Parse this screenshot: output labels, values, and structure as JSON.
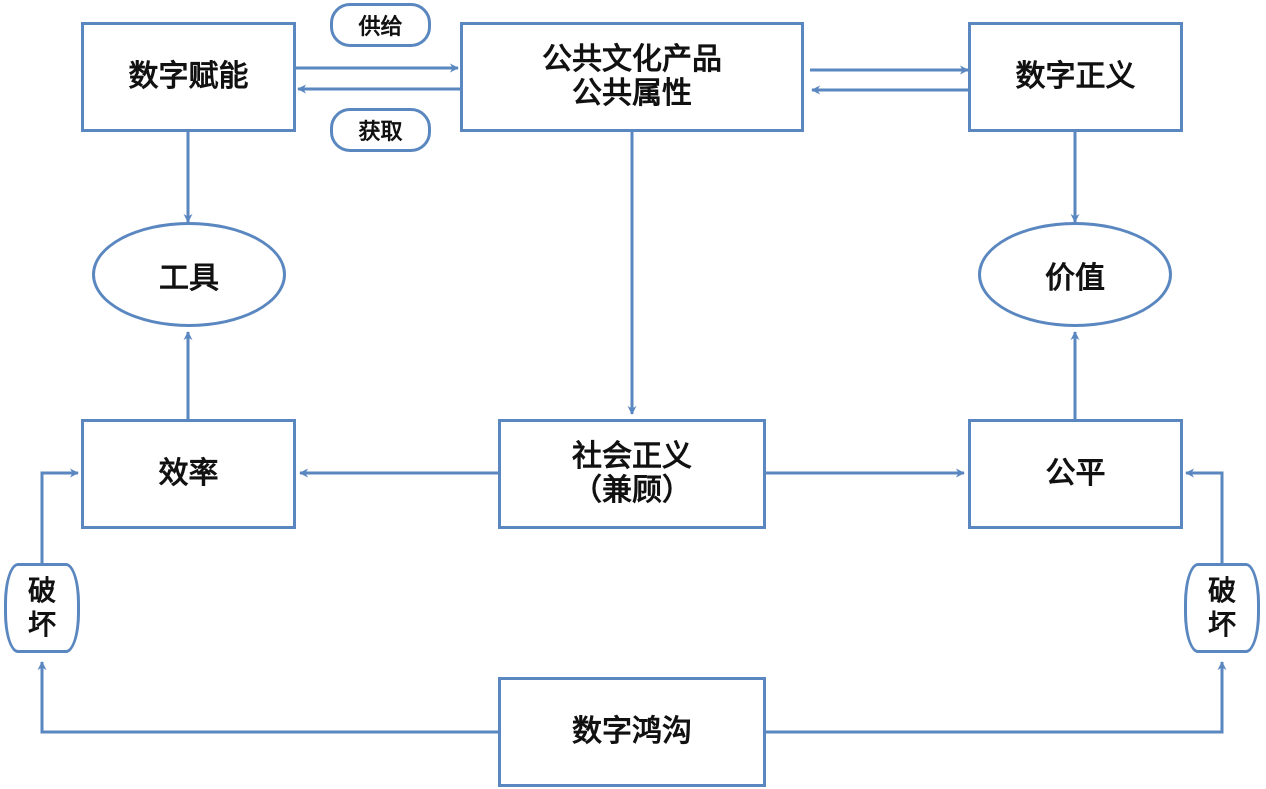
{
  "nodes": {
    "digital_empowerment": "数字赋能",
    "public_culture_line1": "公共文化产品",
    "public_culture_line2": "公共属性",
    "digital_justice": "数字正义",
    "tool": "工具",
    "value": "价值",
    "efficiency": "效率",
    "social_justice_line1": "社会正义",
    "social_justice_line2": "（兼顾）",
    "fairness": "公平",
    "digital_divide": "数字鸿沟"
  },
  "labels": {
    "supply": "供给",
    "acquire": "获取",
    "destroy_left_1": "破",
    "destroy_left_2": "坏",
    "destroy_right_1": "破",
    "destroy_right_2": "坏"
  },
  "colors": {
    "stroke": "#5a87c0",
    "text": "#111111"
  }
}
